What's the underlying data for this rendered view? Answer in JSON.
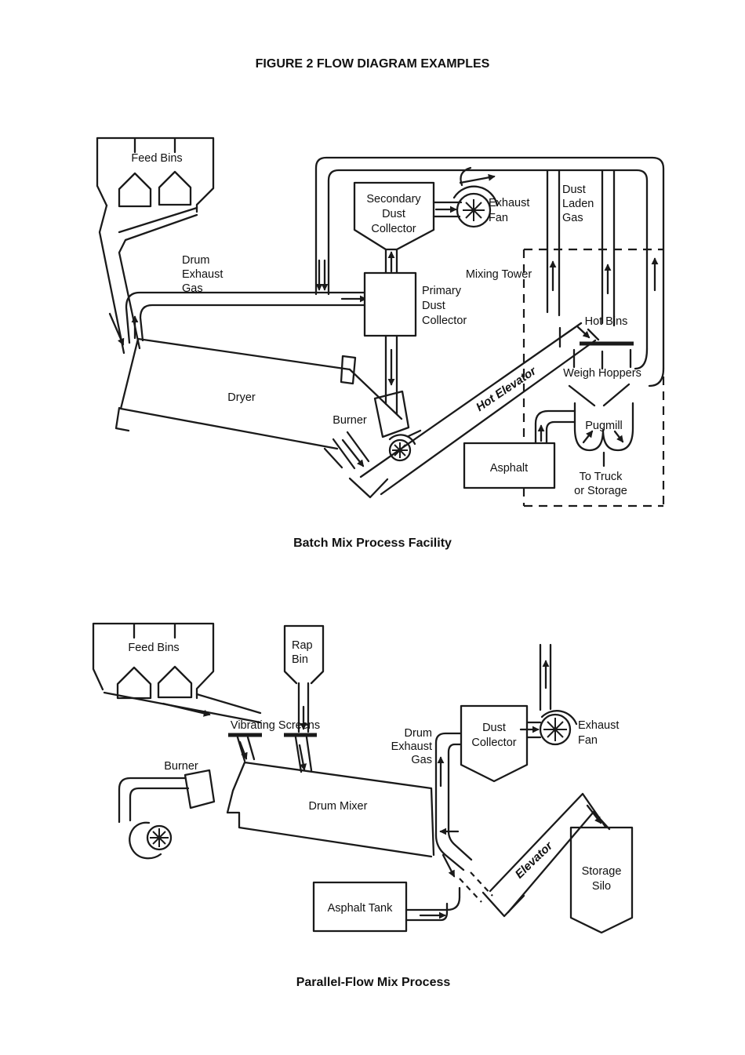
{
  "title": "FIGURE 2 FLOW DIAGRAM EXAMPLES",
  "colors": {
    "ink": "#1a1a1a",
    "paper": "#ffffff"
  },
  "batch": {
    "caption": "Batch Mix Process Facility",
    "labels": {
      "feed_bins": "Feed Bins",
      "drum_exhaust_gas": [
        "Drum",
        "Exhaust",
        "Gas"
      ],
      "secondary_dust_collector": [
        "Secondary",
        "Dust",
        "Collector"
      ],
      "exhaust_fan": [
        "Exhaust",
        "Fan"
      ],
      "dust_laden_gas": [
        "Dust",
        "Laden",
        "Gas"
      ],
      "mixing_tower": "Mixing Tower",
      "primary_dust_collector": [
        "Primary",
        "Dust",
        "Collector"
      ],
      "hot_bins": "Hot Bins",
      "hot_elevator": "Hot Elevator",
      "weigh_hoppers": "Weigh Hoppers",
      "dryer": "Dryer",
      "burner": "Burner",
      "pugmill": "Pugmill",
      "asphalt": "Asphalt",
      "to_truck": [
        "To Truck",
        "or Storage"
      ]
    }
  },
  "parallel": {
    "caption": "Parallel-Flow Mix Process",
    "labels": {
      "feed_bins": "Feed Bins",
      "rap_bin": [
        "Rap",
        "Bin"
      ],
      "vibrating_screens": "Vibrating Screens",
      "burner": "Burner",
      "drum_mixer": "Drum Mixer",
      "drum_exhaust_gas": [
        "Drum",
        "Exhaust",
        "Gas"
      ],
      "dust_collector": [
        "Dust",
        "Collector"
      ],
      "exhaust_fan": [
        "Exhaust",
        "Fan"
      ],
      "elevator": "Elevator",
      "storage_silo": [
        "Storage",
        "Silo"
      ],
      "asphalt_tank": "Asphalt Tank"
    }
  }
}
